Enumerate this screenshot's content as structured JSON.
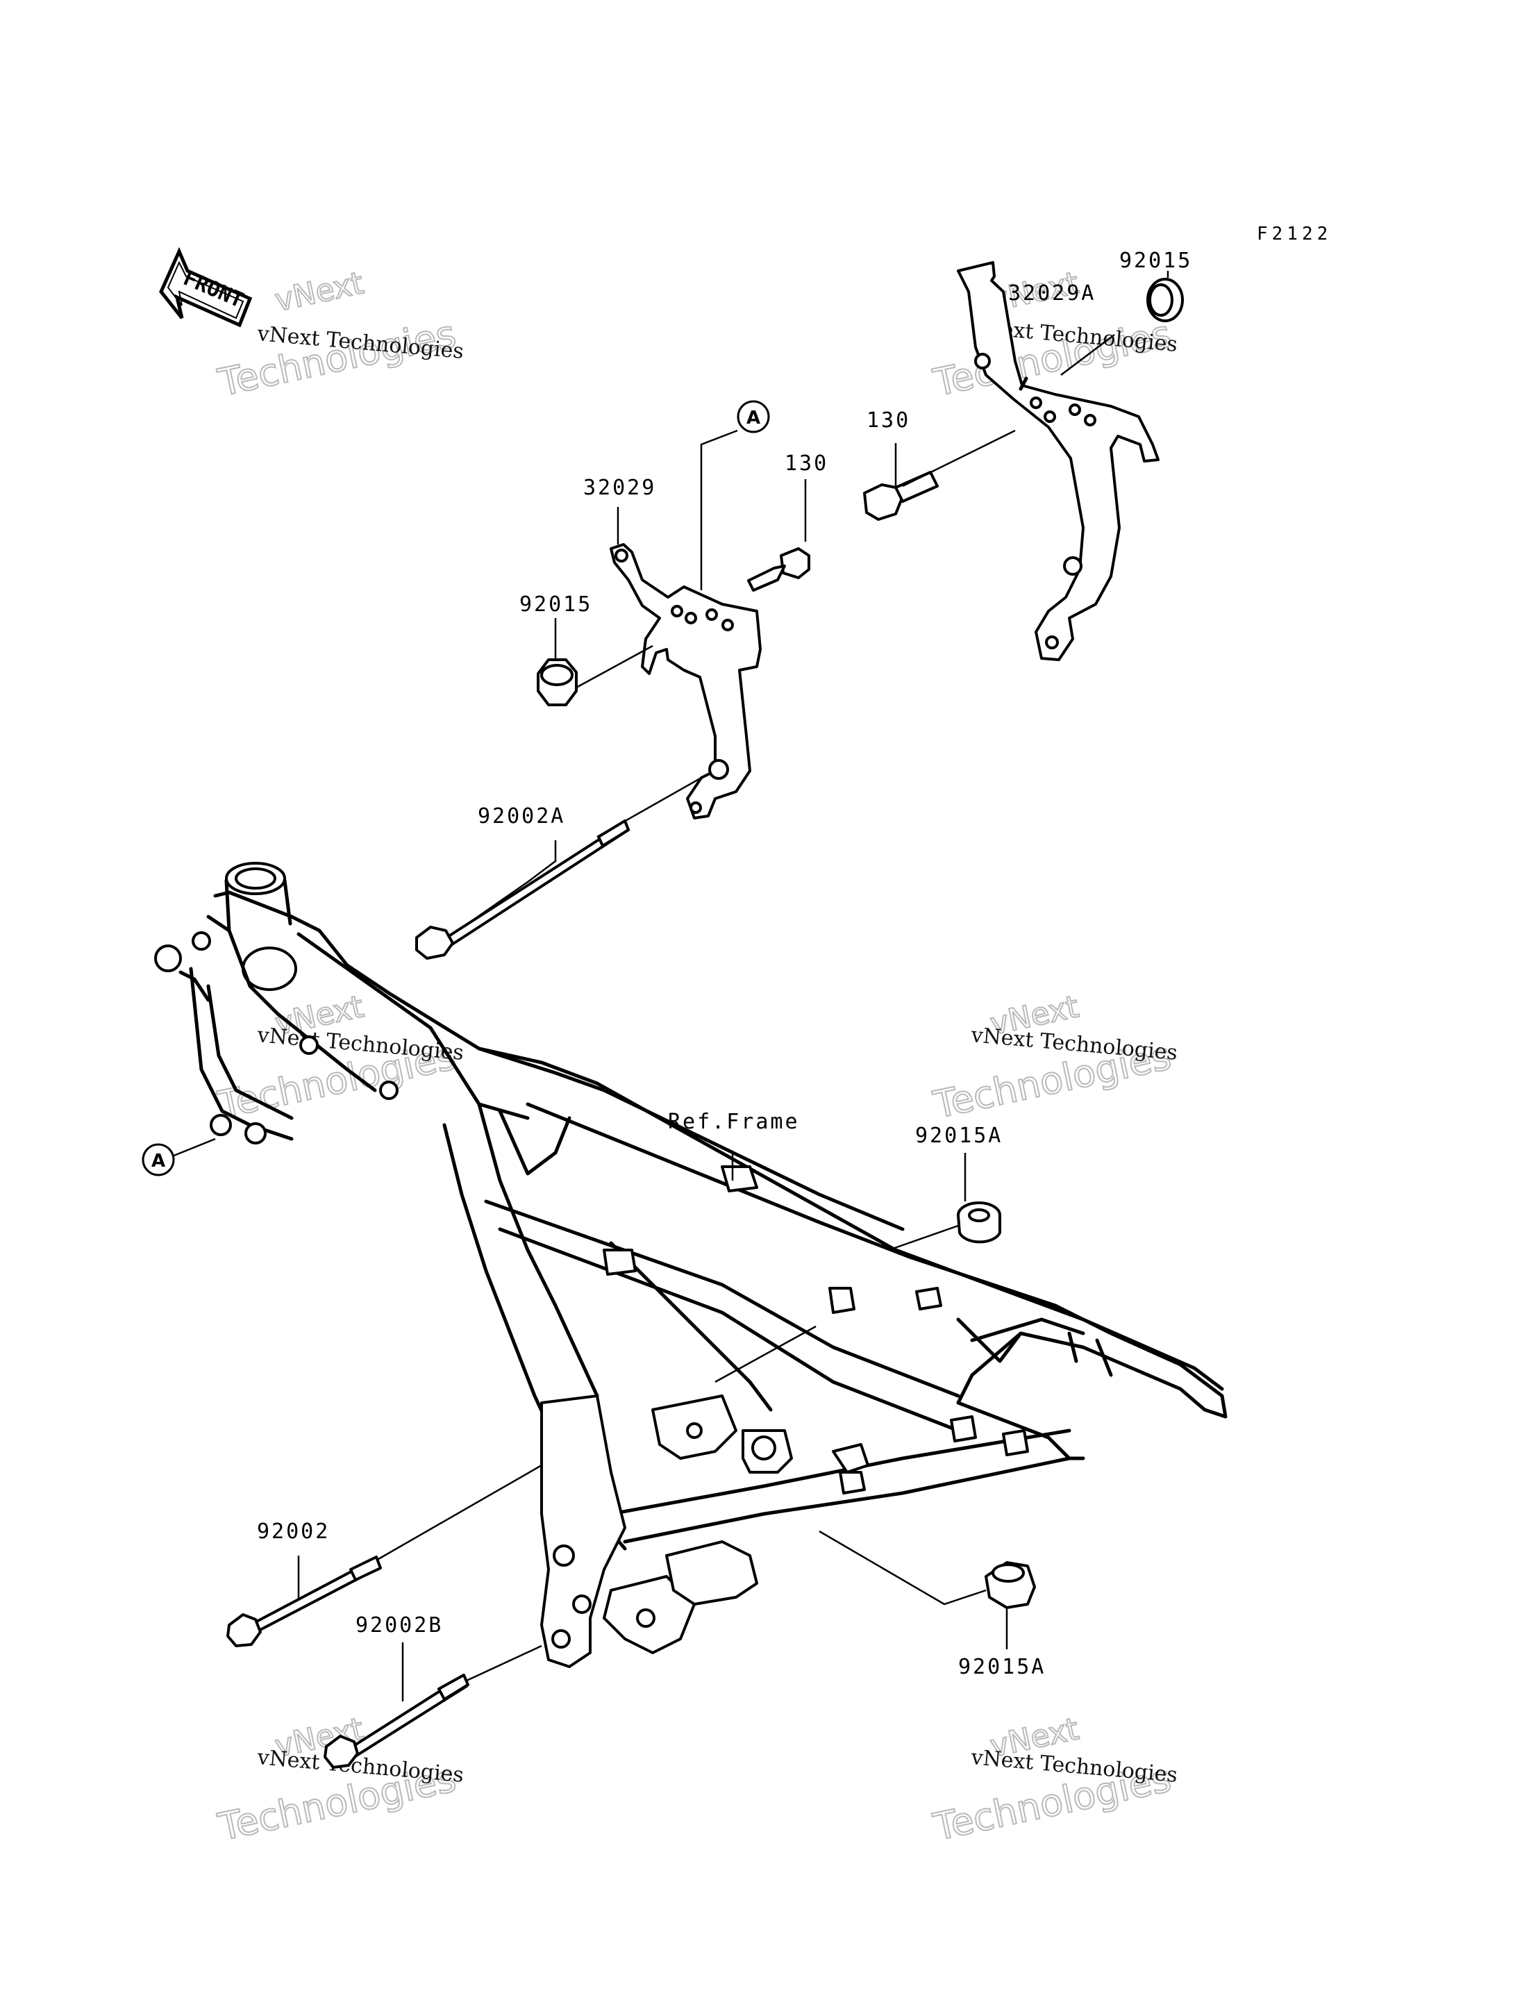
{
  "figure_code": "F2122",
  "front_arrow_label": "FRONT",
  "ref_label": "A",
  "frame_ref": "Ref.Frame",
  "parts": [
    {
      "id": "p1",
      "number": "92015"
    },
    {
      "id": "p2",
      "number": "32029A"
    },
    {
      "id": "p3",
      "number": "130"
    },
    {
      "id": "p4",
      "number": "130"
    },
    {
      "id": "p5",
      "number": "32029"
    },
    {
      "id": "p6",
      "number": "92015"
    },
    {
      "id": "p7",
      "number": "92002A"
    },
    {
      "id": "p8",
      "number": "92015A"
    },
    {
      "id": "p9",
      "number": "92002"
    },
    {
      "id": "p10",
      "number": "92002B"
    },
    {
      "id": "p11",
      "number": "92015A"
    }
  ],
  "watermark": {
    "line1": "vNext Technologies",
    "line2": "vNext",
    "line3": "Technologies"
  },
  "colors": {
    "ink": "#000000",
    "watermark_outline": "#b9b9b9",
    "background": "#ffffff"
  }
}
